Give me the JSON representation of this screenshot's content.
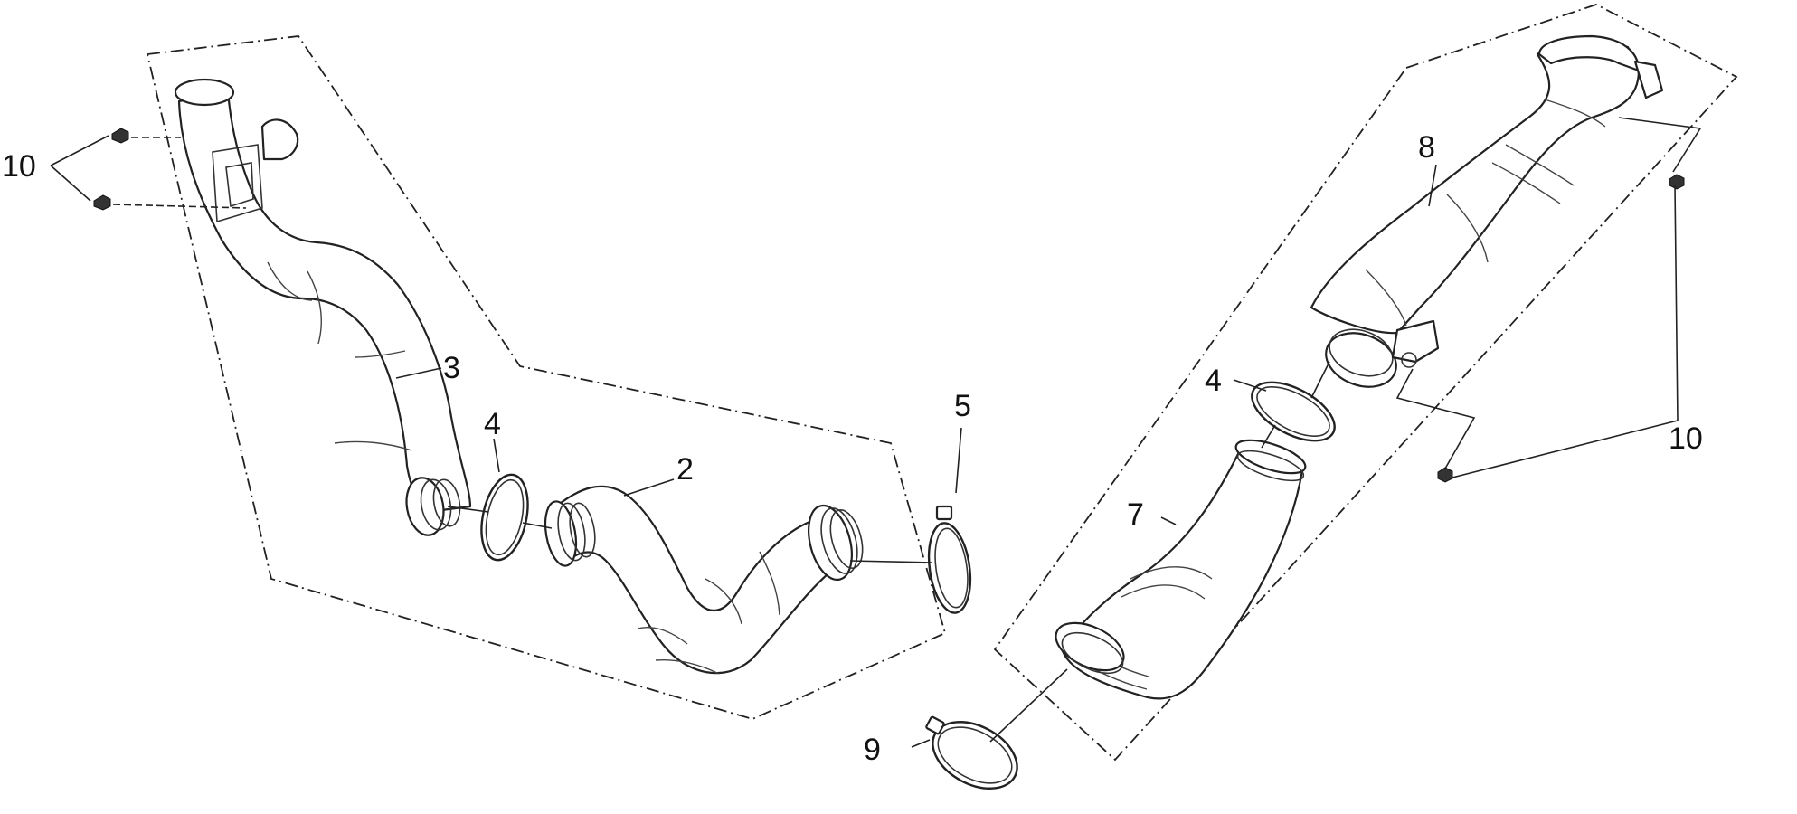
{
  "callouts": {
    "left": {
      "part_3": "3",
      "part_4": "4",
      "part_2": "2",
      "part_5": "5",
      "part_10": "10"
    },
    "right": {
      "part_8": "8",
      "part_4": "4",
      "part_7": "7",
      "part_9": "9",
      "part_10": "10"
    }
  },
  "icons": [
    "hose-clamp-icon",
    "o-ring-icon",
    "bolt-icon",
    "intake-pipe-icon"
  ]
}
